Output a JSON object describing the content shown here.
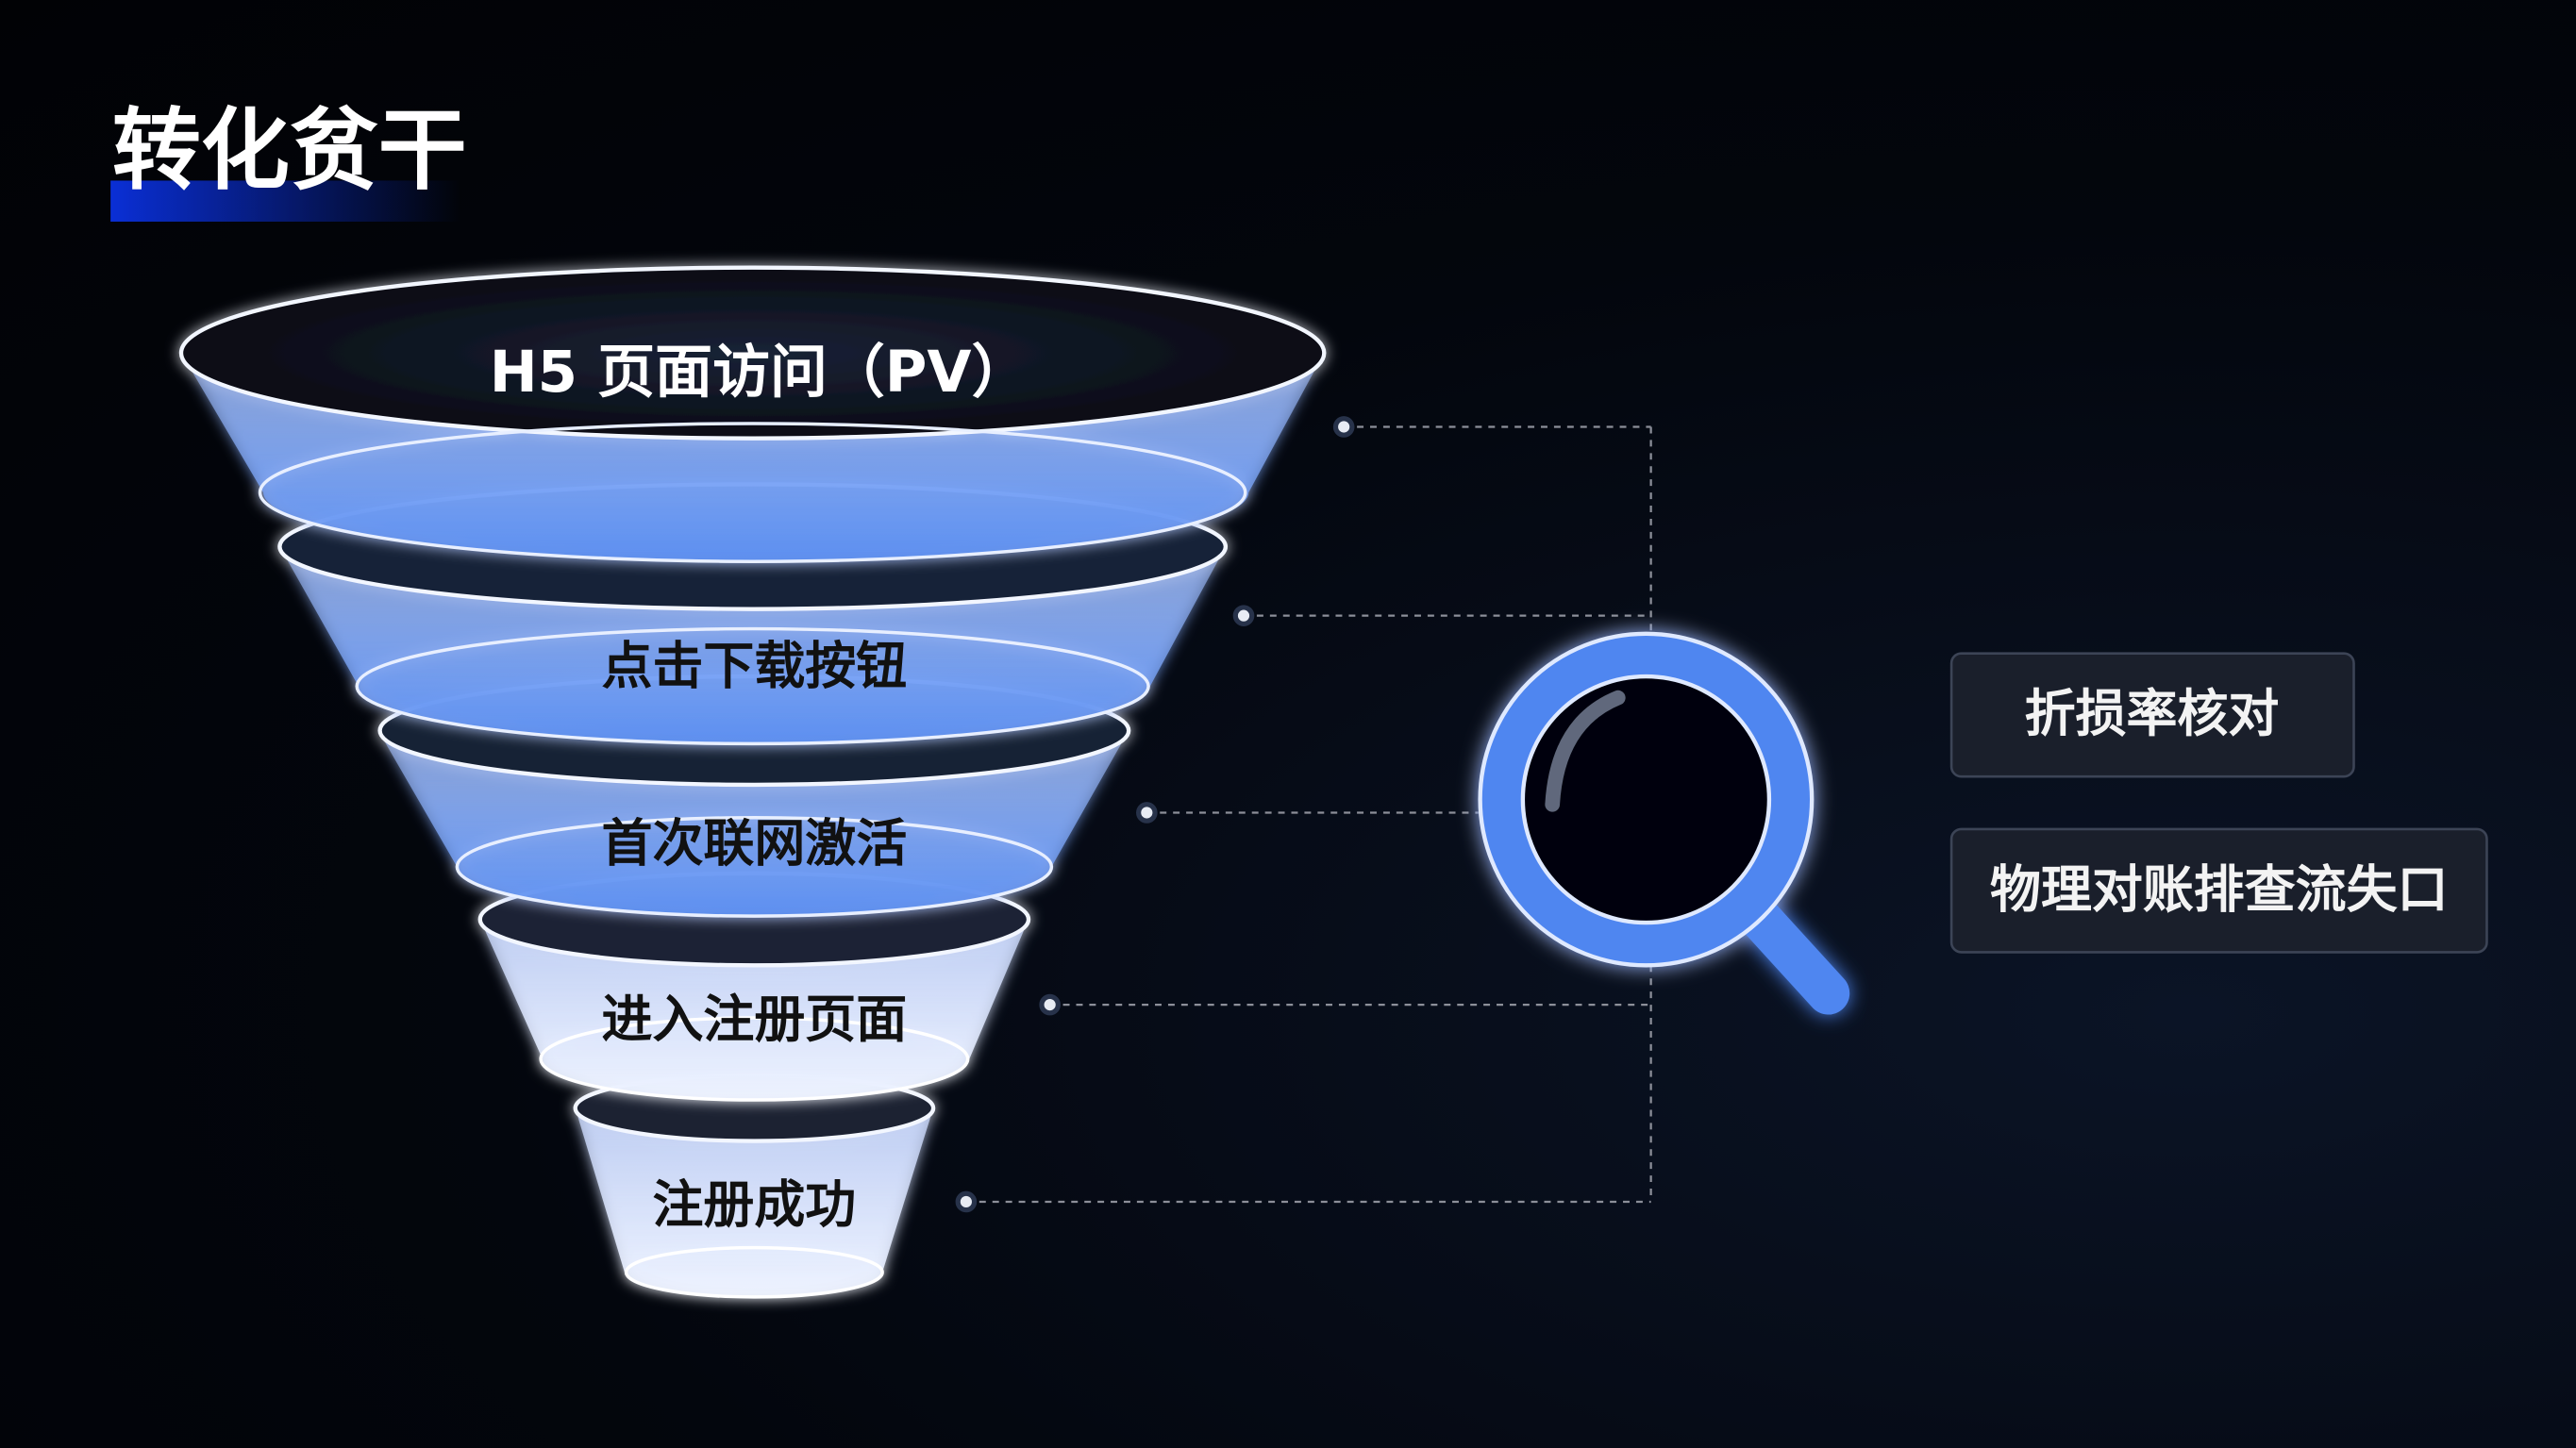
{
  "title": "转化贫干",
  "funnel": {
    "stages": [
      {
        "label": "H5 页面访问（PV）"
      },
      {
        "label": "点击下载按钮"
      },
      {
        "label": "首次联网激活"
      },
      {
        "label": "进入注册页面"
      },
      {
        "label": "注册成功"
      }
    ]
  },
  "magnifier_icon": "search-icon",
  "callouts": [
    {
      "label": "折损率核对"
    },
    {
      "label": "物理对账排查流失口"
    }
  ],
  "colors": {
    "accent": "#3b7bff",
    "glow": "#4f8dff",
    "background": "#02040a",
    "box": "#1a1f2b"
  }
}
